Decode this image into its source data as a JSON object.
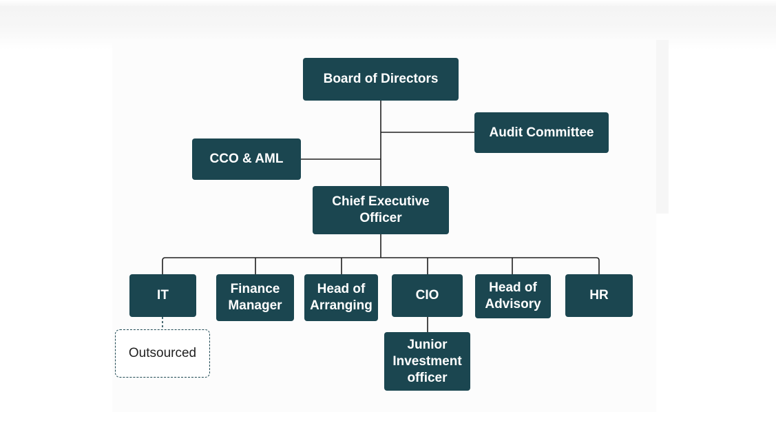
{
  "chart": {
    "board": "Board of Directors",
    "audit": "Audit Committee",
    "cco": "CCO & AML",
    "ceo": "Chief Executive\nOfficer",
    "it": "IT",
    "finance": "Finance\nManager",
    "arranging": "Head of\nArranging",
    "cio": "CIO",
    "advisory": "Head of\nAdvisory",
    "hr": "HR",
    "outsourced": "Outsourced",
    "junior": "Junior\nInvestment\nofficer"
  },
  "colors": {
    "node_fill": "#1b4650",
    "node_text": "#ffffff",
    "connector": "#1e1e1e"
  }
}
